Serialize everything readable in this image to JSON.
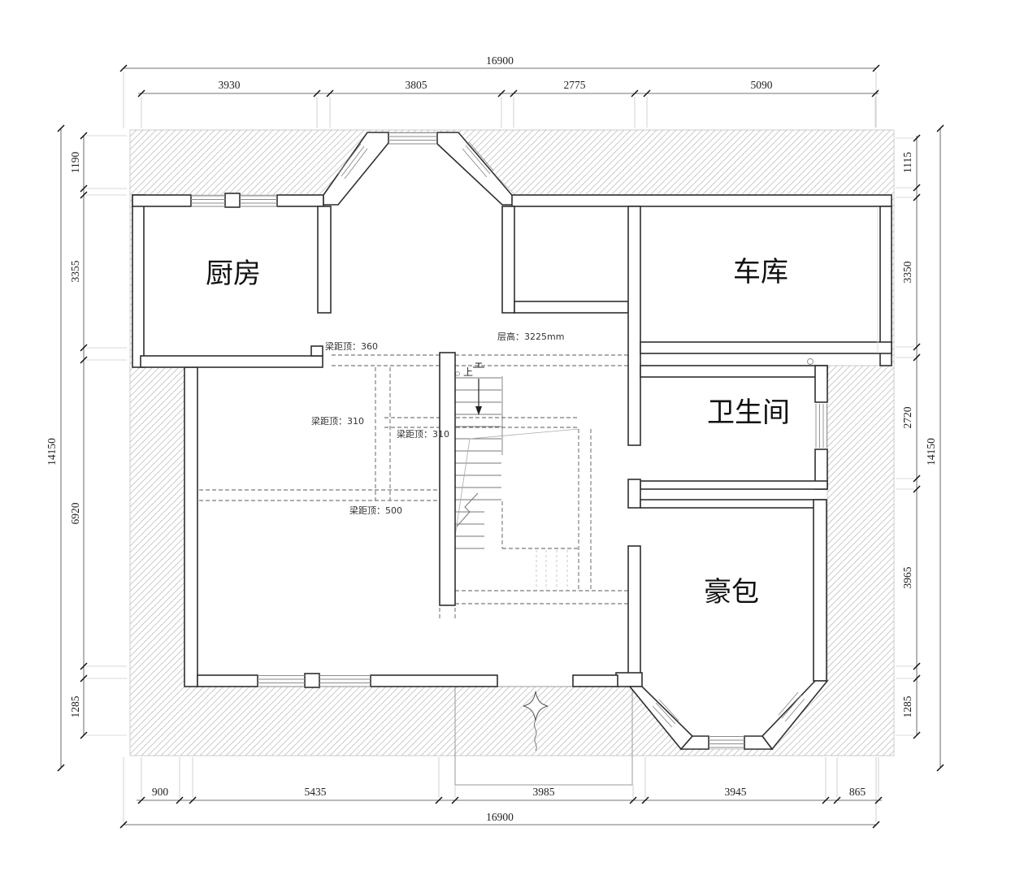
{
  "drawing": {
    "rooms": [
      {
        "id": "kitchen",
        "label": "厨房"
      },
      {
        "id": "garage",
        "label": "车库"
      },
      {
        "id": "bathroom",
        "label": "卫生间"
      },
      {
        "id": "private-room",
        "label": "豪包"
      }
    ],
    "annotations": {
      "beam_top": "梁距顶：360",
      "floor_height": "层高：3225mm",
      "beam_mid_left": "梁距顶：310",
      "beam_mid_center": "梁距顶：310",
      "beam_lower": "梁距顶：500",
      "stair_up": "上"
    },
    "dimensions": {
      "top": {
        "total": "16900",
        "segments": [
          "3930",
          "3805",
          "2775",
          "5090"
        ]
      },
      "bottom": {
        "total": "16900",
        "segments": [
          "900",
          "5435",
          "3985",
          "3945",
          "865"
        ]
      },
      "left": {
        "total": "14150",
        "segments": [
          "1190",
          "3355",
          "6920",
          "1285"
        ]
      },
      "right": {
        "total": "14150",
        "segments": [
          "1115",
          "3350",
          "2720",
          "3965",
          "1285"
        ]
      }
    },
    "colors": {
      "wall_outline": "#2f2f2f",
      "hatch": "#c3c3c3",
      "dim_text": "#1f1f1f",
      "dashed": "#5a5a5a"
    }
  }
}
